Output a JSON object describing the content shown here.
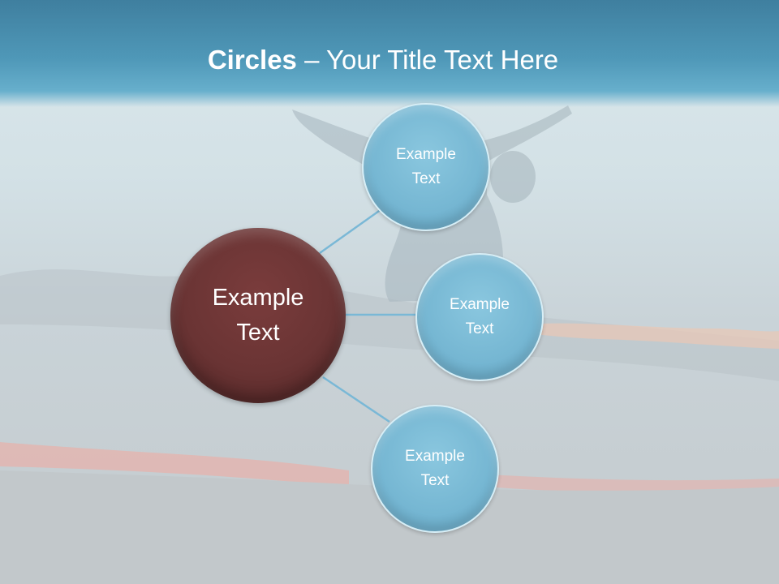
{
  "title": {
    "bold": "Circles",
    "rest": " – Your Title Text Here"
  },
  "center": {
    "line1": "Example",
    "line2": "Text"
  },
  "nodes": [
    {
      "line1": "Example",
      "line2": "Text"
    },
    {
      "line1": "Example",
      "line2": "Text"
    },
    {
      "line1": "Example",
      "line2": "Text"
    }
  ],
  "colors": {
    "center": "#6a3434",
    "node": "#75b6d2",
    "connector": "#7ab8d6",
    "title_band": "#4f98b8"
  }
}
